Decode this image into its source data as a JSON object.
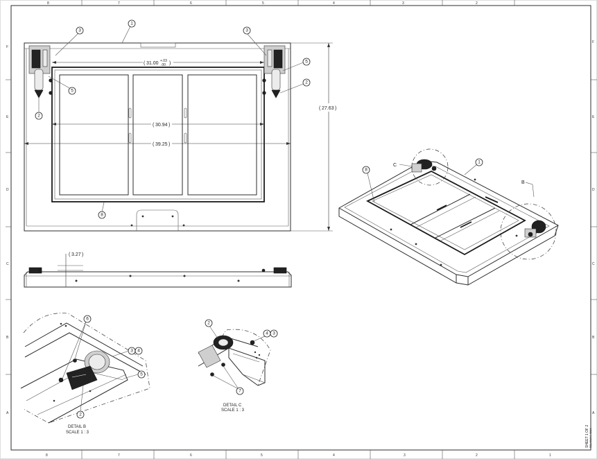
{
  "zones": {
    "columns": [
      "8",
      "7",
      "6",
      "5",
      "4",
      "3",
      "2",
      "1"
    ],
    "rows": [
      "F",
      "E",
      "D",
      "C",
      "B",
      "A"
    ]
  },
  "dimensions": {
    "top_width": "31.00",
    "top_width_tol_plus": "+.03",
    "top_width_tol_minus": ".00",
    "inner_width": "30.94",
    "overall_width": "39.25",
    "overall_height": "27.63",
    "side_height": "3.27"
  },
  "balloons": {
    "b1": "1",
    "b3a": "3",
    "b3b": "3",
    "b5a": "5",
    "b5b": "5",
    "b2a": "2",
    "b2b": "2",
    "b8a": "8",
    "iso1": "1",
    "iso8": "8",
    "det_b6": "6",
    "det_b34a": "3",
    "det_b34b": "4",
    "det_b5": "5",
    "det_b2": "2",
    "det_c2": "2",
    "det_c4": "4",
    "det_c3": "3",
    "det_c7": "7"
  },
  "callouts": {
    "c": "C",
    "b": "B"
  },
  "details": {
    "b_title": "DETAIL B",
    "b_scale": "SCALE 1 : 3",
    "c_title": "DETAIL C",
    "c_scale": "SCALE 1 : 3"
  },
  "sheet": {
    "label": "SHEET 1 OF 2",
    "sub": "REL NWA 9-4BUA"
  }
}
